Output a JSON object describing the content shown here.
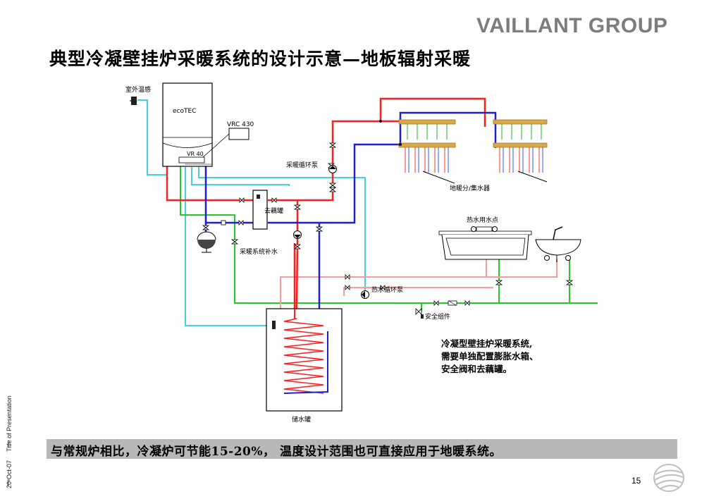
{
  "brand": "VAILLANT GROUP",
  "title": "典型冷凝壁挂炉采暖系统的设计示意—地板辐射采暖",
  "sidebar": {
    "date": "20-Oct-07",
    "presentation": "Title of Presentation"
  },
  "diagram": {
    "outdoor_sensor": "室外温感",
    "boiler": "ecoTEC",
    "controller": "VRC 430",
    "module": "VR 40",
    "heating_pump": "采暖循环泵",
    "separator": "去藕罐",
    "heating_refill": "采暖系统补水",
    "manifold": "地暖分/集水器",
    "hot_water_point": "热水用水点",
    "hot_water_pump": "热水循环泵",
    "safety_group": "安全组件",
    "storage_tank": "储水罐"
  },
  "note": [
    "冷凝型壁挂炉采暖系统,",
    "需要单独配置膨胀水箱、",
    "安全阀和去藕罐。"
  ],
  "bottom_text": "与常规炉相比，冷凝炉可节能15-20%， 温度设计范围也可直接应用于地暖系统。",
  "page_number": "15",
  "colors": {
    "supply": "#ff1f1f",
    "return": "#1f1fd8",
    "cold_water": "#22cc22",
    "sensor": "#44d0e0",
    "hot_water": "#ff9a9a",
    "bar": "#b8b8b8",
    "brand": "#7d7d7d"
  }
}
